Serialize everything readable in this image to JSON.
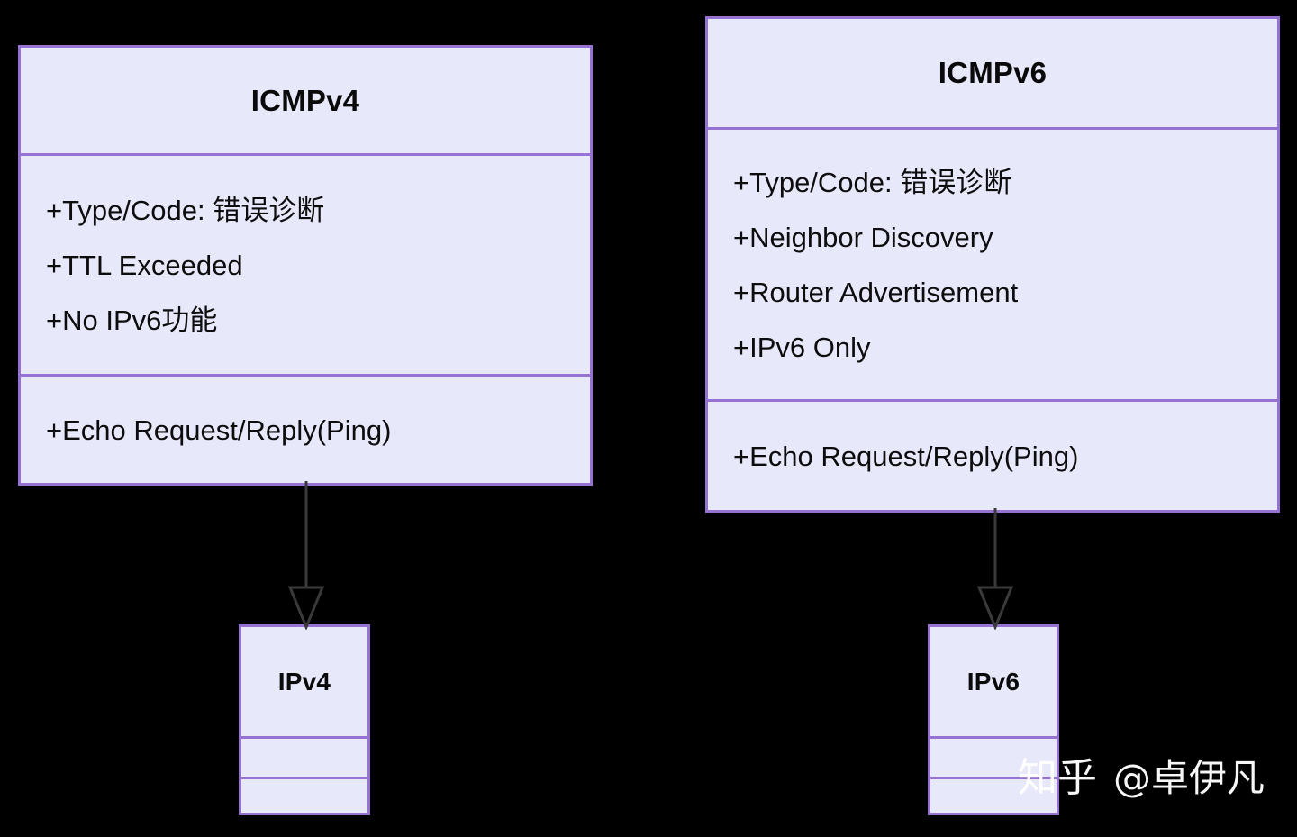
{
  "diagram": {
    "type": "uml-class-diagram",
    "background_color": "#000000",
    "box_fill_color": "#e8e8fb",
    "box_border_color": "#9673d3",
    "connector_color": "#3a3a3a",
    "text_color": "#0d0d0d",
    "relationship": "generalization"
  },
  "classes": {
    "icmpv4": {
      "name": "ICMPv4",
      "attributes": [
        "+Type/Code: 错误诊断",
        "+TTL Exceeded",
        "+No IPv6功能"
      ],
      "operations": [
        "+Echo Request/Reply(Ping)"
      ]
    },
    "icmpv6": {
      "name": "ICMPv6",
      "attributes": [
        "+Type/Code: 错误诊断",
        "+Neighbor Discovery",
        "+Router Advertisement",
        "+IPv6 Only"
      ],
      "operations": [
        "+Echo Request/Reply(Ping)"
      ]
    },
    "ipv4": {
      "name": "IPv4",
      "attributes": [],
      "operations": []
    },
    "ipv6": {
      "name": "IPv6",
      "attributes": [],
      "operations": []
    }
  },
  "connections": [
    {
      "from": "ICMPv4",
      "to": "IPv4",
      "arrow": "hollow-triangle"
    },
    {
      "from": "ICMPv6",
      "to": "IPv6",
      "arrow": "hollow-triangle"
    }
  ],
  "watermark": {
    "brand": "知乎",
    "user": "@卓伊凡"
  }
}
